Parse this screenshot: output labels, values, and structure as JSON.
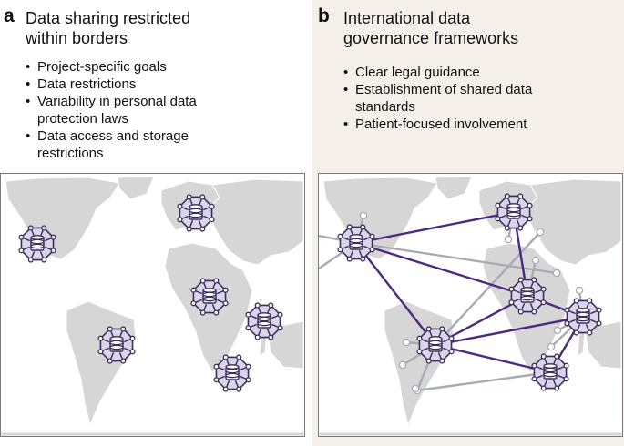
{
  "panel_a": {
    "letter": "a",
    "title_line1": "Data sharing restricted",
    "title_line2": "within borders",
    "bullets": [
      {
        "line1": "Project-specific goals",
        "line2": ""
      },
      {
        "line1": "Data restrictions",
        "line2": ""
      },
      {
        "line1": "Variability in personal data",
        "line2": "protection laws"
      },
      {
        "line1": "Data access and storage",
        "line2": "restrictions"
      }
    ]
  },
  "panel_b": {
    "letter": "b",
    "title_line1": "International data",
    "title_line2": "governance frameworks",
    "bullets": [
      {
        "line1": "Clear legal guidance",
        "line2": ""
      },
      {
        "line1": "Establishment of shared data",
        "line2": "standards"
      },
      {
        "line1": "Patient-focused involvement",
        "line2": ""
      }
    ]
  },
  "colors": {
    "panel_b_background": "#f4f0e9",
    "continent": "#d6d6d6",
    "hub_fill": "#d9d6ea",
    "hub_stroke": "#3a2f5c",
    "strong_link": "#4b2a7f",
    "weak_link": "#a7abb8",
    "node_dot": "#ffffff"
  },
  "icons": {
    "data_hub": "database-hub-icon",
    "connection_node": "node-dot-icon"
  }
}
